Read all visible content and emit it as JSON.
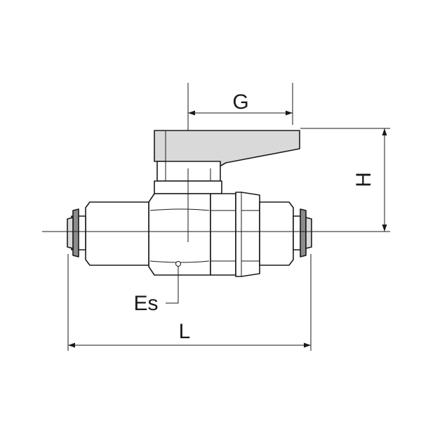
{
  "diagram": {
    "labels": {
      "g": "G",
      "h": "H",
      "es": "Es",
      "l": "L"
    }
  }
}
